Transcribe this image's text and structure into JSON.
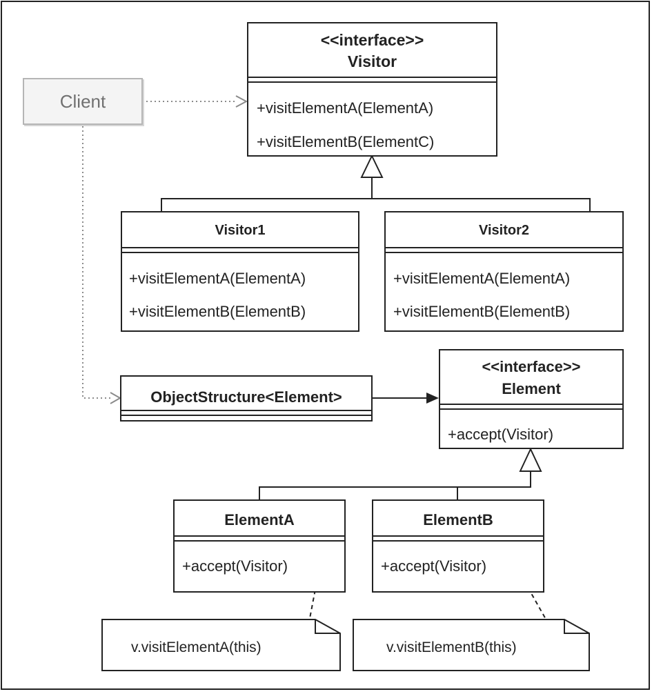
{
  "client": {
    "label": "Client"
  },
  "visitor_interface": {
    "stereotype": "<<interface>>",
    "name": "Visitor",
    "methods": [
      "+visitElementA(ElementA)",
      "+visitElementB(ElementC)"
    ]
  },
  "visitor1": {
    "name": "Visitor1",
    "methods": [
      "+visitElementA(ElementA)",
      "+visitElementB(ElementB)"
    ]
  },
  "visitor2": {
    "name": "Visitor2",
    "methods": [
      "+visitElementA(ElementA)",
      "+visitElementB(ElementB)"
    ]
  },
  "object_structure": {
    "name": "ObjectStructure<Element>"
  },
  "element_interface": {
    "stereotype": "<<interface>>",
    "name": "Element",
    "methods": [
      "+accept(Visitor)"
    ]
  },
  "element_a": {
    "name": "ElementA",
    "methods": [
      "+accept(Visitor)"
    ]
  },
  "element_b": {
    "name": "ElementB",
    "methods": [
      "+accept(Visitor)"
    ]
  },
  "notes": {
    "a": "v.visitElementA(this)",
    "b": "v.visitElementB(this)"
  },
  "colors": {
    "line": "#222222",
    "dependency_line": "#8a8a8a",
    "client_fill": "#f4f4f4",
    "client_text": "#707070"
  }
}
